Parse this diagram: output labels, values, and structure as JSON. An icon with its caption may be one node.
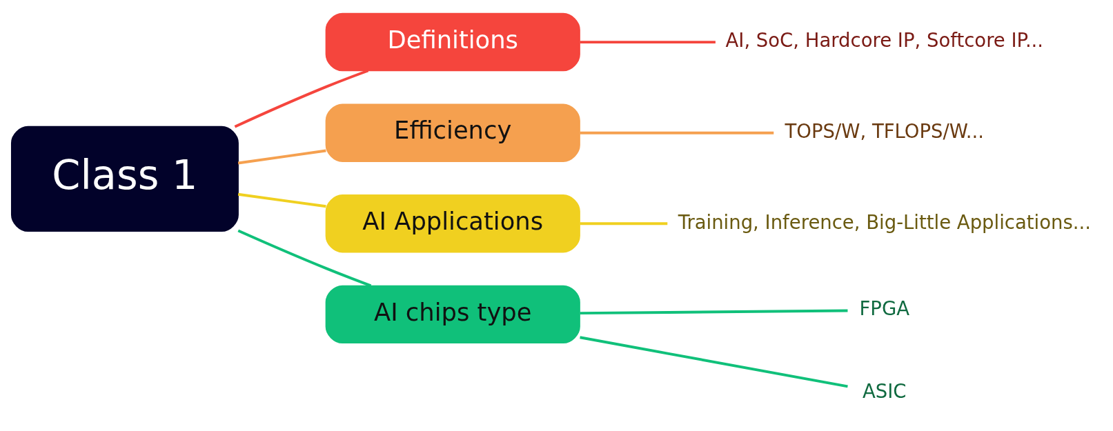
{
  "diagram": {
    "nodes": [
      {
        "text": [
          "Class 1"
        ]
      },
      {
        "text": [
          "Definitions"
        ]
      },
      {
        "text": [
          "Efficiency"
        ]
      },
      {
        "text": [
          "AI Applications"
        ]
      },
      {
        "text": [
          "AI chips type"
        ]
      },
      {
        "text": [
          "AI, SoC, Hardcore IP, Softcore IP..."
        ]
      },
      {
        "text": [
          "TOPS/W, TFLOPS/W..."
        ]
      },
      {
        "text": [
          "Training, Inference, Big-Little Applications..."
        ]
      },
      {
        "text": [
          "FPGA"
        ]
      },
      {
        "text": [
          "ASIC"
        ]
      }
    ],
    "edges": [
      {
        "from": 0,
        "to": 1,
        "arrow": "none",
        "color": "#f5453d"
      },
      {
        "from": 0,
        "to": 2,
        "arrow": "none",
        "color": "#f5a04f"
      },
      {
        "from": 0,
        "to": 3,
        "arrow": "none",
        "color": "#f0d020"
      },
      {
        "from": 0,
        "to": 4,
        "arrow": "none",
        "color": "#10c07a"
      },
      {
        "from": 1,
        "to": 5,
        "arrow": "none",
        "color": "#f5453d"
      },
      {
        "from": 2,
        "to": 6,
        "arrow": "none",
        "color": "#f5a04f"
      },
      {
        "from": 3,
        "to": 7,
        "arrow": "none",
        "color": "#f0d020"
      },
      {
        "from": 4,
        "to": 8,
        "arrow": "none",
        "color": "#10c07a"
      },
      {
        "from": 4,
        "to": 9,
        "arrow": "none",
        "color": "#10c07a"
      }
    ]
  }
}
